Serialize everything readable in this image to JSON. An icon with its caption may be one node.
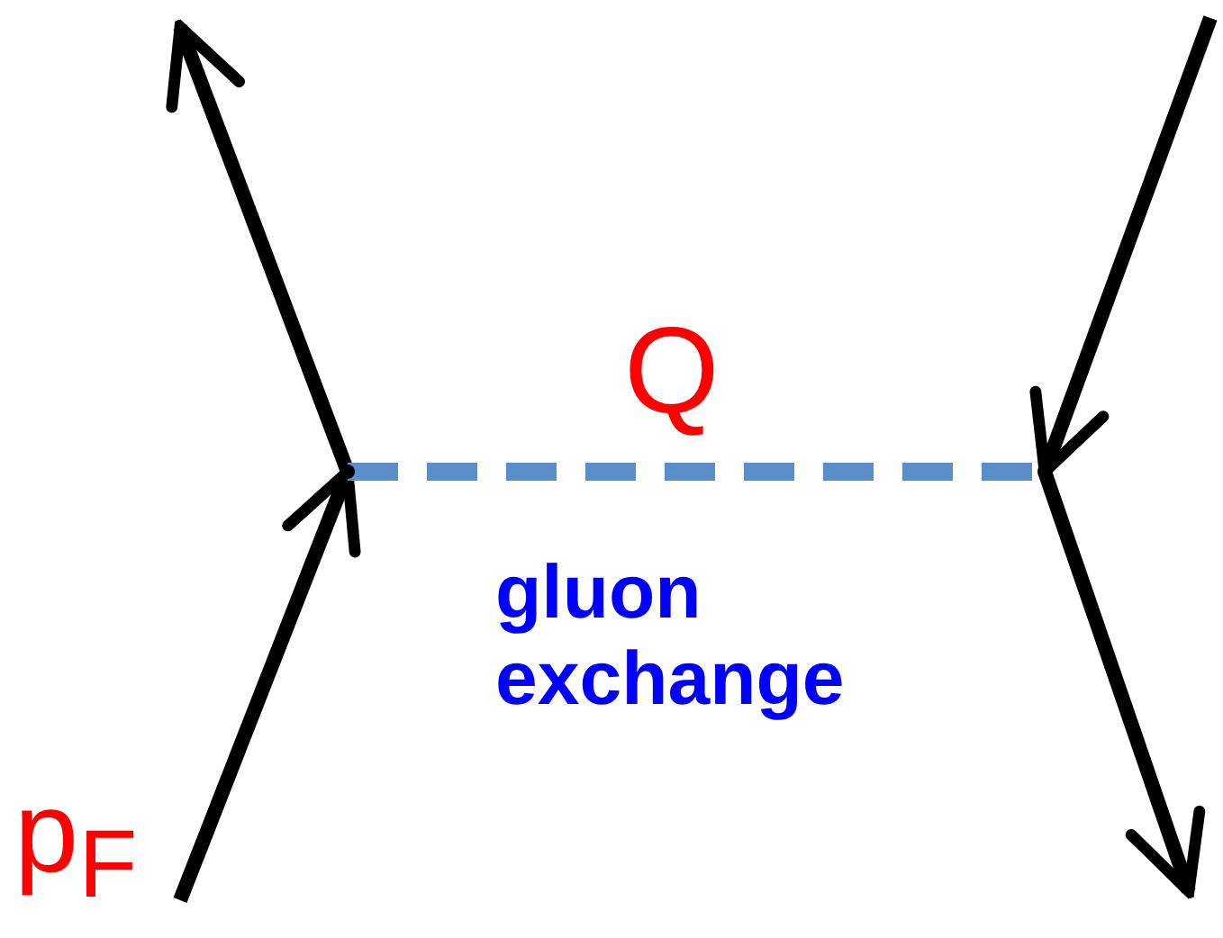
{
  "diagram": {
    "nodes": [
      {
        "text": [],
        "shape": "point"
      },
      {
        "text": [],
        "shape": "point"
      }
    ],
    "edges": [
      {
        "from": null,
        "to": 0,
        "arrow": "to"
      },
      {
        "from": 0,
        "to": null,
        "arrow": "to"
      },
      {
        "from": null,
        "to": 1,
        "arrow": "to"
      },
      {
        "from": 1,
        "to": null,
        "arrow": "to"
      },
      {
        "from": 0,
        "to": 1,
        "arrow": "none",
        "style": "dashed",
        "color": "#5b8fc9",
        "label": "Q"
      }
    ],
    "labels": [
      "p$_{F}$",
      "gluon exchange"
    ]
  }
}
